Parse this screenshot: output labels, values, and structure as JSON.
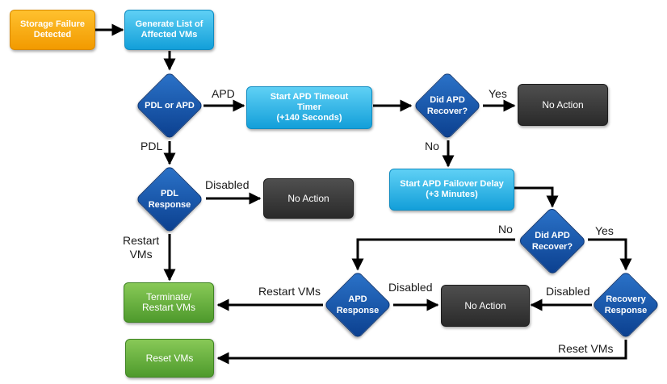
{
  "nodes": {
    "storage_failure": "Storage Failure\nDetected",
    "generate_list": "Generate List of\nAffected VMs",
    "pdl_or_apd": "PDL or APD",
    "start_apd_timer": "Start APD Timeout\nTimer\n(+140 Seconds)",
    "did_apd_recover_1": "Did APD\nRecover?",
    "no_action_1": "No Action",
    "pdl_response": "PDL\nResponse",
    "no_action_2": "No Action",
    "start_apd_failover": "Start APD Failover Delay\n(+3 Minutes)",
    "did_apd_recover_2": "Did APD\nRecover?",
    "terminate_restart": "Terminate/\nRestart VMs",
    "apd_response": "APD\nResponse",
    "no_action_3": "No Action",
    "recovery_response": "Recovery\nResponse",
    "reset_vms": "Reset VMs"
  },
  "edge_labels": {
    "apd": "APD",
    "yes_1": "Yes",
    "pdl": "PDL",
    "no_1": "No",
    "disabled_1": "Disabled",
    "restart_vms_1": "Restart\nVMs",
    "no_2": "No",
    "yes_2": "Yes",
    "restart_vms_2": "Restart VMs",
    "disabled_2": "Disabled",
    "disabled_3": "Disabled",
    "reset_vms": "Reset VMs"
  },
  "colors": {
    "start": "#f7a800",
    "process": "#1aa6dd",
    "decision": "#1657b0",
    "terminal_none": "#3a3a3a",
    "terminal_action": "#6cb33f",
    "connector": "#000000"
  }
}
